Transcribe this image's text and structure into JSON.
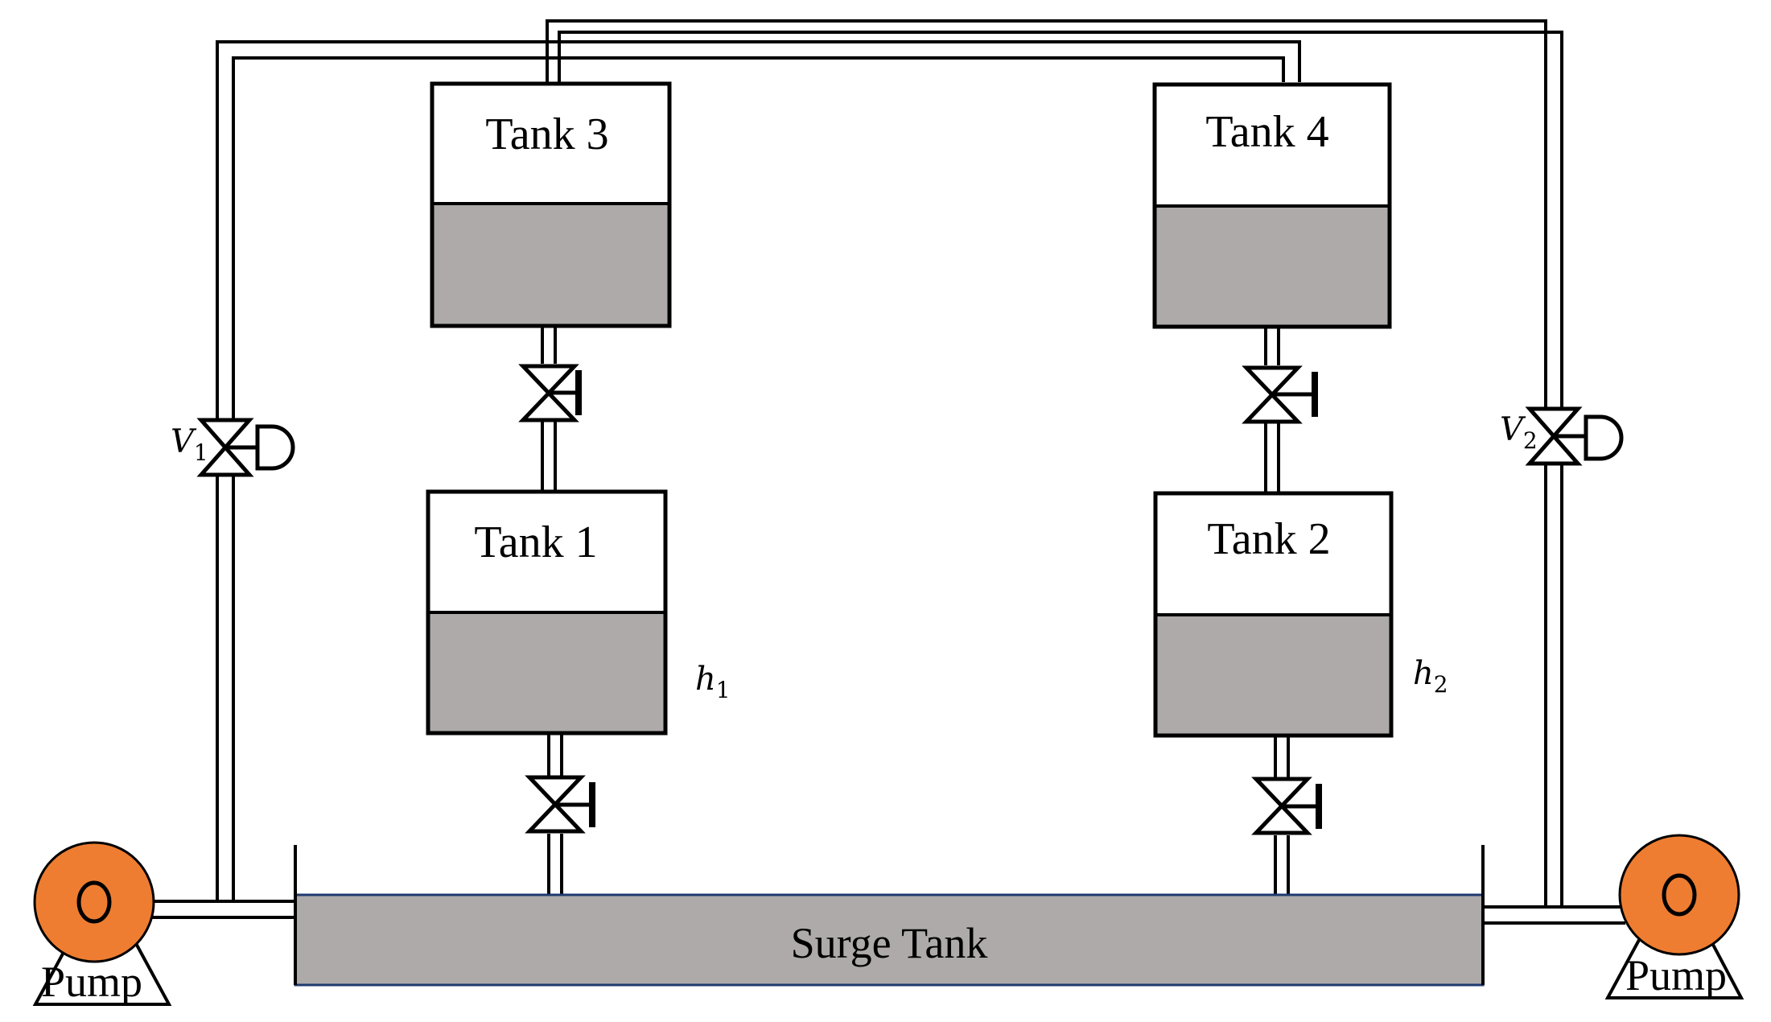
{
  "tanks": {
    "tank3": "Tank 3",
    "tank4": "Tank 4",
    "tank1": "Tank 1",
    "tank2": "Tank 2"
  },
  "surge_tank": "Surge Tank",
  "pumps": {
    "left": "Pump",
    "right": "Pump"
  },
  "levels": {
    "h1": {
      "sym": "h",
      "sub": "1"
    },
    "h2": {
      "sym": "h",
      "sub": "2"
    }
  },
  "valves": {
    "v1": {
      "sym": "V",
      "sub": "1"
    },
    "v2": {
      "sym": "V",
      "sub": "2"
    }
  },
  "colors": {
    "fluid": "#adaaa9",
    "pump": "#ee7d31",
    "outline": "#000000",
    "surge_border": "#1f3a6e"
  }
}
